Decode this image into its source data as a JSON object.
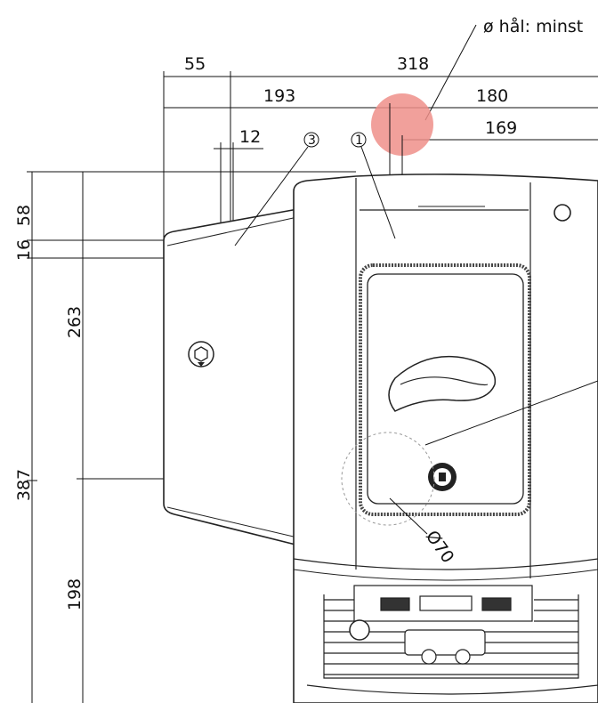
{
  "note": {
    "text": "ø hål: minst"
  },
  "dimensions": {
    "top_55": "55",
    "top_318": "318",
    "top_193": "193",
    "top_180": "180",
    "top_12": "12",
    "top_169": "169",
    "left_58": "58",
    "left_16": "16",
    "left_263": "263",
    "left_387": "387",
    "left_198": "198",
    "dia_70": "Ø70"
  },
  "callouts": {
    "c1": "1",
    "c3": "3"
  },
  "colors": {
    "hole_marker": "#ee8f8a",
    "line": "#111111"
  }
}
